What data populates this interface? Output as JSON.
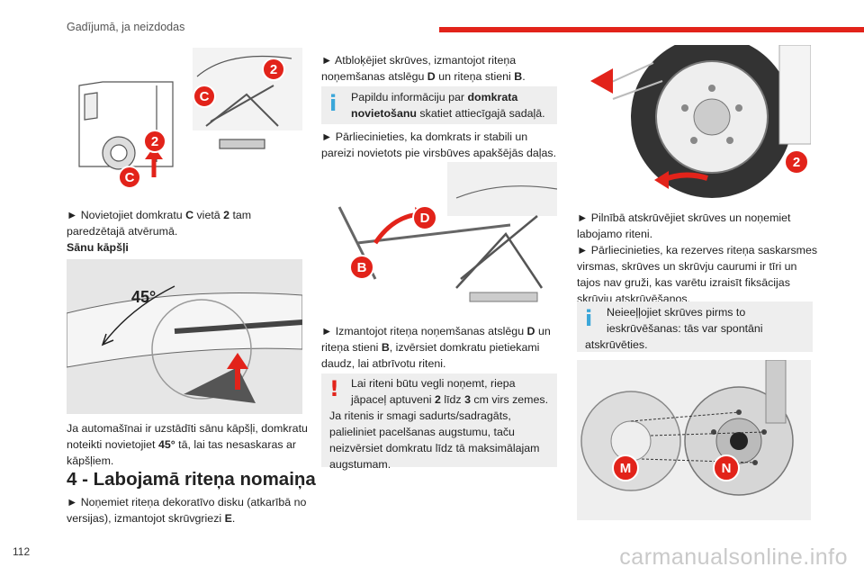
{
  "header": {
    "section": "Gadījumā, ja neizdodas"
  },
  "page_number": "112",
  "watermark": "carmanualsonline.info",
  "col1": {
    "img1_callouts": {
      "c1": "2",
      "c2": "C",
      "c3": "2",
      "c4": "C"
    },
    "para1": {
      "l1a": "► Novietojiet domkratu ",
      "l1b": "C",
      "l1c": " vietā ",
      "l1d": "2",
      "l1e": " tam",
      "l2": "paredzētajā atvērumā.",
      "l3": "Sānu kāpšļi"
    },
    "img2_angle": "45°",
    "para2": {
      "l1": "Ja automašīnai ir uzstādīti sānu kāpšļi, domkratu",
      "l2a": "noteikti novietojiet ",
      "l2b": "45°",
      "l2c": " tā, lai tas nesaskaras ar",
      "l3": "kāpšļiem."
    },
    "section_title": "4 - Labojamā riteņa nomaiņa",
    "para3": {
      "l1": "► Noņemiet riteņa dekoratīvo disku (atkarībā no",
      "l2a": "versijas), izmantojot skrūvgriezi ",
      "l2b": "E",
      "l2c": "."
    }
  },
  "col2": {
    "para1": {
      "l1": "► Atbloķējiet skrūves, izmantojot riteņa",
      "l2a": "noņemšanas atslēgu ",
      "l2b": "D",
      "l2c": " un riteņa stieni ",
      "l2d": "B",
      "l2e": "."
    },
    "info1": {
      "l1a": "Papildu informāciju par ",
      "l1b": "domkrata",
      "l2a": "novietošanu",
      "l2b": " skatiet attiecīgajā sadaļā."
    },
    "para2": {
      "l1": "► Pārliecinieties, ka domkrats ir stabili un",
      "l2": "pareizi novietots pie virsbūves apakšējās daļas."
    },
    "img_callouts": {
      "d": "D",
      "b": "B"
    },
    "para3": {
      "l1a": "► Izmantojot riteņa noņemšanas atslēgu ",
      "l1b": "D",
      "l1c": " un",
      "l2a": "riteņa stieni ",
      "l2b": "B",
      "l2c": ", izvērsiet domkratu pietiekami",
      "l3": "daudz, lai atbrīvotu riteni."
    },
    "warn": {
      "l1": "Lai riteni būtu vegli noņemt, riepa",
      "l2a": "jāpaceļ aptuveni ",
      "l2b": "2",
      "l2c": " līdz ",
      "l2d": "3",
      "l2e": " cm virs zemes.",
      "l3": "Ja ritenis ir smagi sadurts/sadragāts,",
      "l4": "palieliniet pacelšanas augstumu, taču",
      "l5": "neizvērsiet domkratu līdz tā maksimālajam",
      "l6": "augstumam."
    }
  },
  "col3": {
    "img1_callouts": {
      "c1": "2"
    },
    "para1": {
      "l1": "► Pilnībā atskrūvējiet skrūves un noņemiet",
      "l2": "labojamo riteni.",
      "l3": "► Pārliecinieties, ka rezerves riteņa saskarsmes",
      "l4": "virsmas, skrūves un skrūvju caurumi ir tīri un",
      "l5": "tajos nav gruži, kas varētu izraisīt fiksācijas",
      "l6": "skrūvju atskrūvēšanos."
    },
    "info2": {
      "l1": "Neieeļļojiet skrūves pirms to",
      "l2": "ieskrūvēšanas: tās var spontāni",
      "l3": "atskrūvēties."
    },
    "img2_callouts": {
      "m": "M",
      "n": "N"
    }
  },
  "colors": {
    "accent": "#e2231a",
    "info": "#3ba7d9",
    "note_bg": "#eeeeee"
  }
}
